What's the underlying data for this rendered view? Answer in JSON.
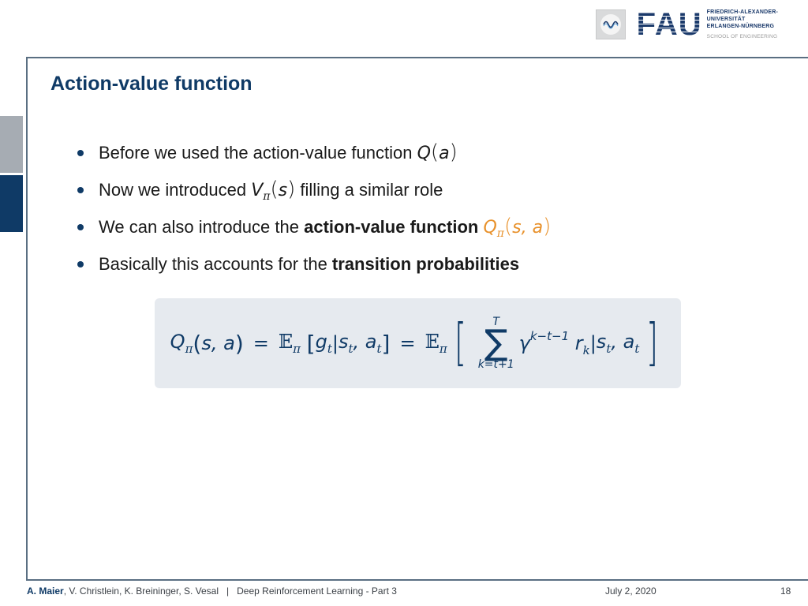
{
  "header": {
    "logo_small": "lme-pattern-recognition-lab-logo",
    "fau_letters": "FAU",
    "fau_lines": [
      "FRIEDRICH-ALEXANDER-",
      "UNIVERSITÄT",
      "ERLANGEN-NÜRNBERG"
    ],
    "school": "SCHOOL OF ENGINEERING"
  },
  "slide": {
    "title": "Action-value function",
    "bullets": [
      {
        "text": "Before we used the action-value function ",
        "math": "Q(a)"
      },
      {
        "text_before": "Now we introduced ",
        "math": "V_π(s)",
        "text_after": " filling a similar role"
      },
      {
        "text_before": "We can also introduce the ",
        "bold": "action-value function",
        "math": "Q_π(s, a)"
      },
      {
        "text_before": "Basically this accounts for the ",
        "bold": "transition probabilities"
      }
    ],
    "formula": {
      "latex": "Q_\\pi(s,a) = \\mathbb{E}_\\pi[g_t | s_t, a_t] = \\mathbb{E}_\\pi\\left[\\sum_{k=t+1}^{T} \\gamma^{k-t-1} r_k | s_t, a_t\\right]",
      "sum_upper": "T",
      "sum_lower": "k=t+1",
      "exponent": "k−t−1"
    },
    "accent_color": "#0f3a66",
    "highlight_color": "#e8912b"
  },
  "footer": {
    "lead_author": "A. Maier",
    "other_authors": ", V. Christlein, K. Breininger, S. Vesal",
    "separator": "|",
    "lecture": "Deep Reinforcement Learning - Part 3",
    "date": "July 2, 2020",
    "page": "18"
  }
}
